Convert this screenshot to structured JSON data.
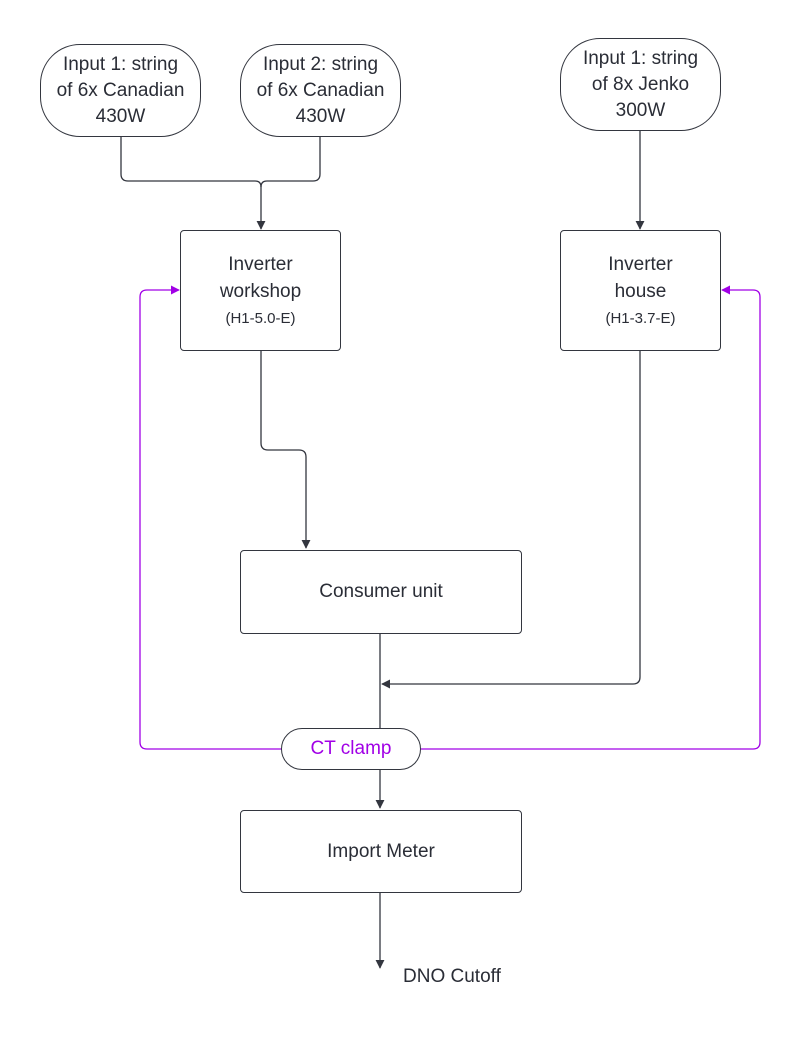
{
  "colors": {
    "line": "#33363f",
    "ct_line": "#a100e6",
    "text": "#2a2d36"
  },
  "inputs": [
    {
      "lines": [
        "Input 1: string",
        "of 6x Canadian",
        "430W"
      ]
    },
    {
      "lines": [
        "Input 2: string",
        "of 6x Canadian",
        "430W"
      ]
    },
    {
      "lines": [
        "Input 1: string",
        "of 8x Jenko",
        "300W"
      ]
    }
  ],
  "inverters": {
    "workshop": {
      "line1": "Inverter",
      "line2": "workshop",
      "model": "(H1-5.0-E)"
    },
    "house": {
      "line1": "Inverter",
      "line2": "house",
      "model": "(H1-3.7-E)"
    }
  },
  "consumer_unit": {
    "label": "Consumer unit"
  },
  "ct_clamp": {
    "label": "CT clamp"
  },
  "import_meter": {
    "label": "Import Meter"
  },
  "dno_cutoff": {
    "label": "DNO Cutoff"
  }
}
